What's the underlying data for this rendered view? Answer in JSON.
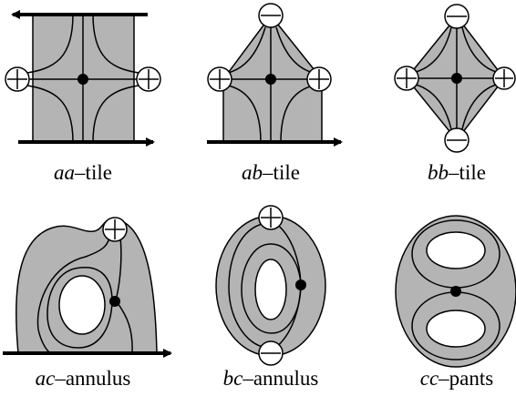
{
  "tiles": [
    {
      "id": "aa",
      "label_ital": "aa",
      "label_rest": "–tile"
    },
    {
      "id": "ab",
      "label_ital": "ab",
      "label_rest": "–tile"
    },
    {
      "id": "bb",
      "label_ital": "bb",
      "label_rest": "–tile"
    },
    {
      "id": "ac",
      "label_ital": "ac",
      "label_rest": "–annulus"
    },
    {
      "id": "bc",
      "label_ital": "bc",
      "label_rest": "–annulus"
    },
    {
      "id": "cc",
      "label_ital": "cc",
      "label_rest": "–pants"
    }
  ],
  "colors": {
    "fill": "#b4b4b4",
    "stroke": "#000000",
    "background": "#ffffff"
  },
  "markers": {
    "plus": "⊕",
    "minus": "⊖"
  }
}
